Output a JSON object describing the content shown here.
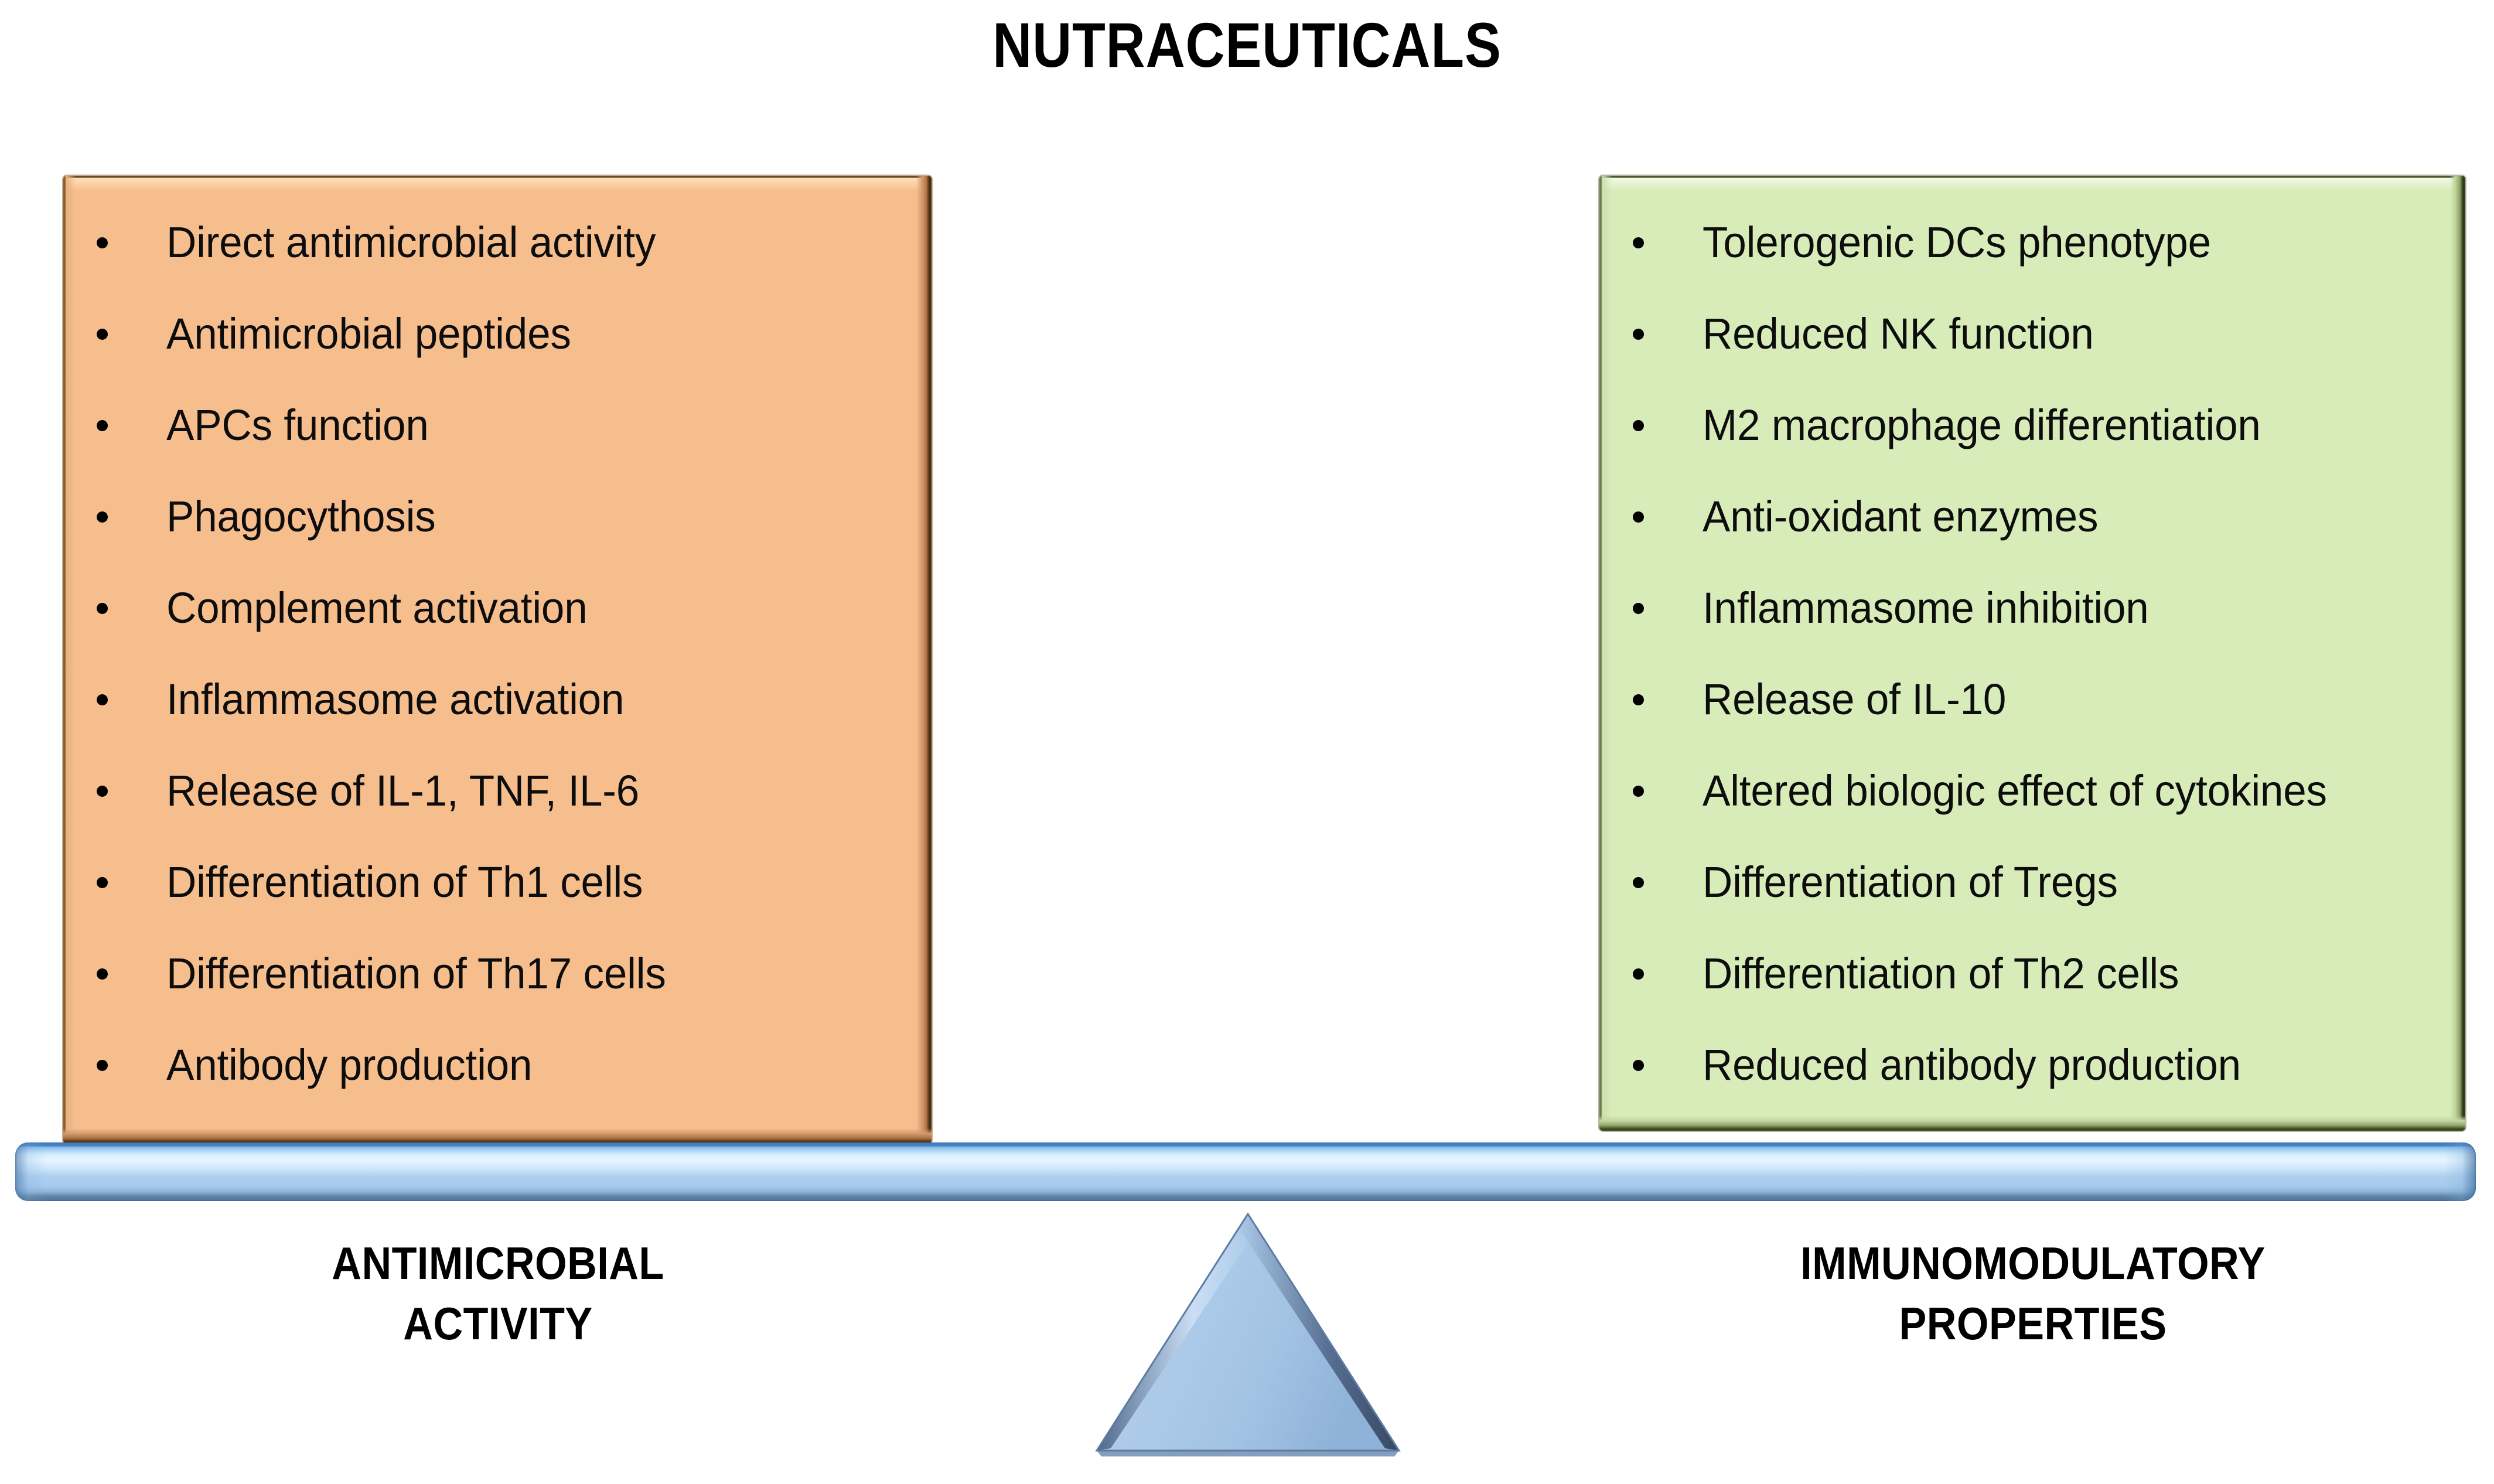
{
  "title": "NUTRACEUTICALS",
  "left_panel": {
    "fill_color": "#F7BE8D",
    "footer_line1": "ANTIMICROBIAL",
    "footer_line2": "ACTIVITY",
    "items": [
      "Direct antimicrobial activity",
      "Antimicrobial peptides",
      "APCs function",
      "Phagocythosis",
      "Complement activation",
      "Inflammasome activation",
      "Release of IL-1, TNF, IL-6",
      "Differentiation of Th1 cells",
      "Differentiation of Th17 cells",
      "Antibody production"
    ]
  },
  "right_panel": {
    "fill_color": "#D8ECB9",
    "footer_line1": "IMMUNOMODULATORY",
    "footer_line2": "PROPERTIES",
    "items": [
      "Tolerogenic DCs phenotype",
      "Reduced NK function",
      "M2 macrophage differentiation",
      "Anti-oxidant enzymes",
      "Inflammasome inhibition",
      "Release of IL-10",
      "Altered biologic effect of cytokines",
      "Differentiation of Tregs",
      "Differentiation of Th2 cells",
      "Reduced antibody production"
    ]
  },
  "balance": {
    "beam_color": "#A6CBEE",
    "fulcrum_color": "#A6C4E4",
    "beam_name": "balance-beam",
    "fulcrum_name": "balance-fulcrum"
  }
}
